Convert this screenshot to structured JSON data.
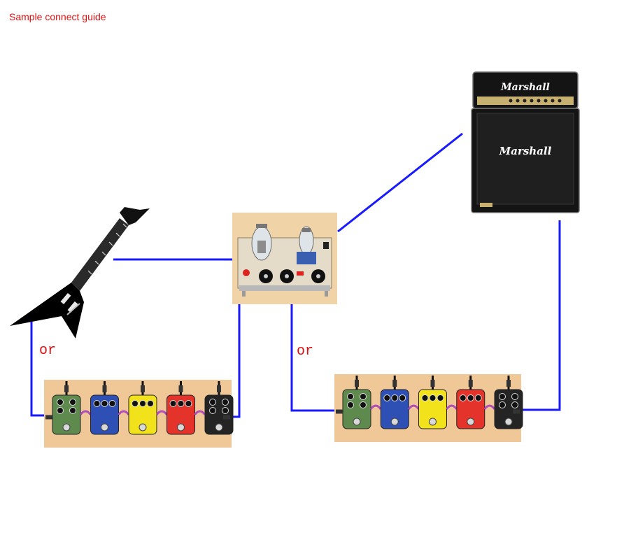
{
  "title": "Sample connect guide",
  "or_label": "or",
  "amp_brand": "Marshall",
  "colors": {
    "title": "#e01010",
    "cable": "#1a1aff",
    "or": "#e01010",
    "guitar_body": "#000000",
    "pedal_board_bg": "#f0c898",
    "amp_panel_bg": "#f0d4a8",
    "amp_cabinet": "#141414"
  },
  "devices": [
    {
      "id": "guitar",
      "icon": "flying-v-guitar-icon"
    },
    {
      "id": "tube_preamp",
      "icon": "tube-amp-icon"
    },
    {
      "id": "marshall_stack",
      "icon": "marshall-amp-stack-icon"
    },
    {
      "id": "pedalboard_left",
      "icon": "pedalboard-icon"
    },
    {
      "id": "pedalboard_right",
      "icon": "pedalboard-icon"
    }
  ],
  "pedals": [
    {
      "color": "#5e8a4e",
      "knobs": 4,
      "label": "green"
    },
    {
      "color": "#2e4fb4",
      "knobs": 3,
      "label": "blue"
    },
    {
      "color": "#f2e21c",
      "knobs": 3,
      "label": "yellow"
    },
    {
      "color": "#e3332b",
      "knobs": 3,
      "label": "red"
    },
    {
      "color": "#242424",
      "knobs": 4,
      "label": "black"
    }
  ],
  "connections": [
    "guitar -> tube_preamp",
    "tube_preamp -> marshall_stack",
    "guitar -> pedalboard_left -> tube_preamp",
    "tube_preamp -> pedalboard_right -> marshall_stack"
  ]
}
